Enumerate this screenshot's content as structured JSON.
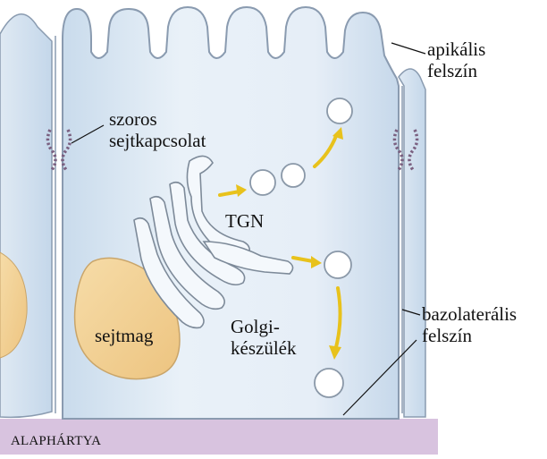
{
  "diagram": {
    "labels": {
      "apical": [
        "apikális",
        "felszín"
      ],
      "tight_junction": [
        "szoros",
        "sejtkapcsolat"
      ],
      "tgn": "TGN",
      "golgi": [
        "Golgi-",
        "készülék"
      ],
      "nucleus": "sejtmag",
      "basolateral": [
        "bazolaterális",
        "felszín"
      ],
      "basement_membrane": "ALAPHÁRTYA"
    },
    "colors": {
      "cytoplasm": "#cfe0ef",
      "cytoplasm_light": "#eef4fa",
      "membrane": "#8a9bb0",
      "nucleus": "#f2cf92",
      "basement": "#d8c3df",
      "arrow": "#e8c21c",
      "junction": "#8a6a8e"
    }
  }
}
